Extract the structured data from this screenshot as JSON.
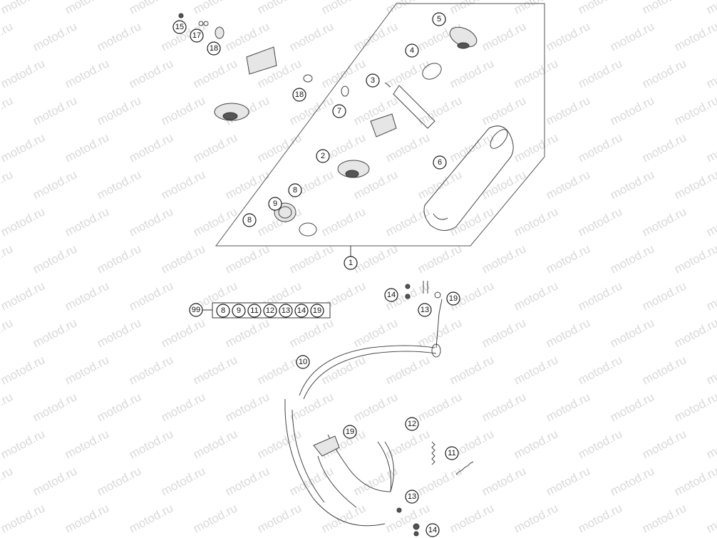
{
  "watermark": "motod.ru",
  "callouts": [
    {
      "id": "c15",
      "label": "15"
    },
    {
      "id": "c17",
      "label": "17"
    },
    {
      "id": "c18a",
      "label": "18"
    },
    {
      "id": "c18b",
      "label": "18"
    },
    {
      "id": "c5",
      "label": "5"
    },
    {
      "id": "c4",
      "label": "4"
    },
    {
      "id": "c3",
      "label": "3"
    },
    {
      "id": "c7",
      "label": "7"
    },
    {
      "id": "c2",
      "label": "2"
    },
    {
      "id": "c6",
      "label": "6"
    },
    {
      "id": "c8a",
      "label": "8"
    },
    {
      "id": "c9",
      "label": "9"
    },
    {
      "id": "c8b",
      "label": "8"
    },
    {
      "id": "c1",
      "label": "1"
    },
    {
      "id": "c14a",
      "label": "14"
    },
    {
      "id": "c13a",
      "label": "13"
    },
    {
      "id": "c19a",
      "label": "19"
    },
    {
      "id": "c10",
      "label": "10"
    },
    {
      "id": "c19b",
      "label": "19"
    },
    {
      "id": "c12",
      "label": "12"
    },
    {
      "id": "c11",
      "label": "11"
    },
    {
      "id": "c13b",
      "label": "13"
    },
    {
      "id": "c14b",
      "label": "14"
    }
  ],
  "kit": {
    "label": "99",
    "items": [
      "8",
      "9",
      "11",
      "12",
      "13",
      "14",
      "19"
    ]
  }
}
